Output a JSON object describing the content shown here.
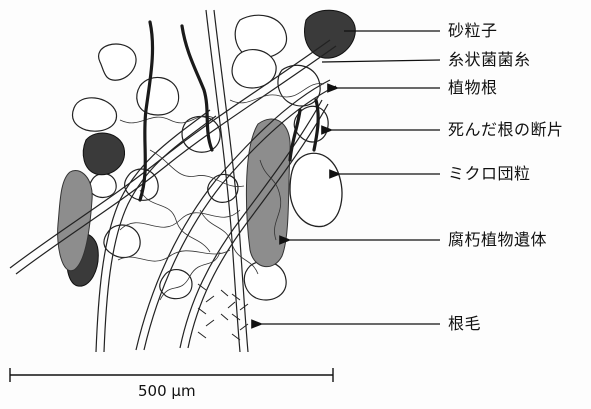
{
  "labels": {
    "sand_grain": "砂粒子",
    "fungal_hyphae": "糸状菌菌糸",
    "plant_root": "植物根",
    "dead_root_section": "死んだ根の断片",
    "micro_aggregate": "ミクロ団粒",
    "decaying_plant_remains": "腐朽植物遺体",
    "root_hair": "根毛"
  },
  "scale_bar": {
    "label": "500 μm"
  },
  "colors": {
    "background": "#fdfdfd",
    "line": "#111111",
    "dark_particle": "#3a3a3a",
    "organic_gray": "#8d8d8d"
  }
}
